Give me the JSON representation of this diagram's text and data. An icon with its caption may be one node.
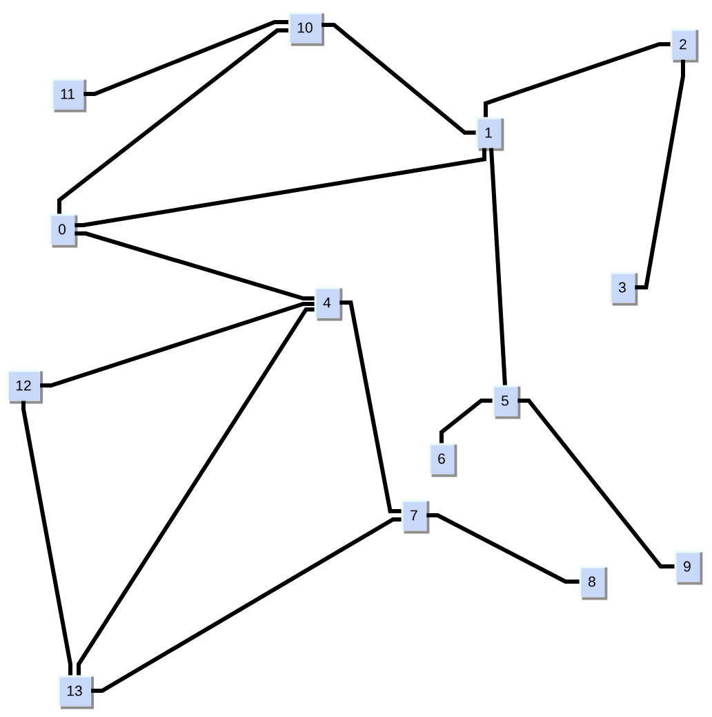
{
  "diagram": {
    "nodes": [
      {
        "text": [
          "0"
        ]
      },
      {
        "text": [
          "1"
        ]
      },
      {
        "text": [
          "2"
        ]
      },
      {
        "text": [
          "3"
        ]
      },
      {
        "text": [
          "4"
        ]
      },
      {
        "text": [
          "5"
        ]
      },
      {
        "text": [
          "6"
        ]
      },
      {
        "text": [
          "7"
        ]
      },
      {
        "text": [
          "8"
        ]
      },
      {
        "text": [
          "9"
        ]
      },
      {
        "text": [
          "10"
        ]
      },
      {
        "text": [
          "11"
        ]
      },
      {
        "text": [
          "12"
        ]
      },
      {
        "text": [
          "13"
        ]
      }
    ],
    "edges": [
      {
        "from": 0,
        "to": 1,
        "arrow": "none"
      },
      {
        "from": 0,
        "to": 4,
        "arrow": "none"
      },
      {
        "from": 1,
        "to": 2,
        "arrow": "none"
      },
      {
        "from": 1,
        "to": 5,
        "arrow": "none"
      },
      {
        "from": 2,
        "to": 3,
        "arrow": "none"
      },
      {
        "from": 4,
        "to": 7,
        "arrow": "none"
      },
      {
        "from": 4,
        "to": 12,
        "arrow": "none"
      },
      {
        "from": 4,
        "to": 13,
        "arrow": "none"
      },
      {
        "from": 5,
        "to": 6,
        "arrow": "none"
      },
      {
        "from": 5,
        "to": 9,
        "arrow": "none"
      },
      {
        "from": 7,
        "to": 8,
        "arrow": "none"
      },
      {
        "from": 7,
        "to": 13,
        "arrow": "none"
      },
      {
        "from": 10,
        "to": 0,
        "arrow": "none"
      },
      {
        "from": 10,
        "to": 1,
        "arrow": "none"
      },
      {
        "from": 11,
        "to": 10,
        "arrow": "none"
      },
      {
        "from": 12,
        "to": 13,
        "arrow": "none"
      }
    ]
  }
}
